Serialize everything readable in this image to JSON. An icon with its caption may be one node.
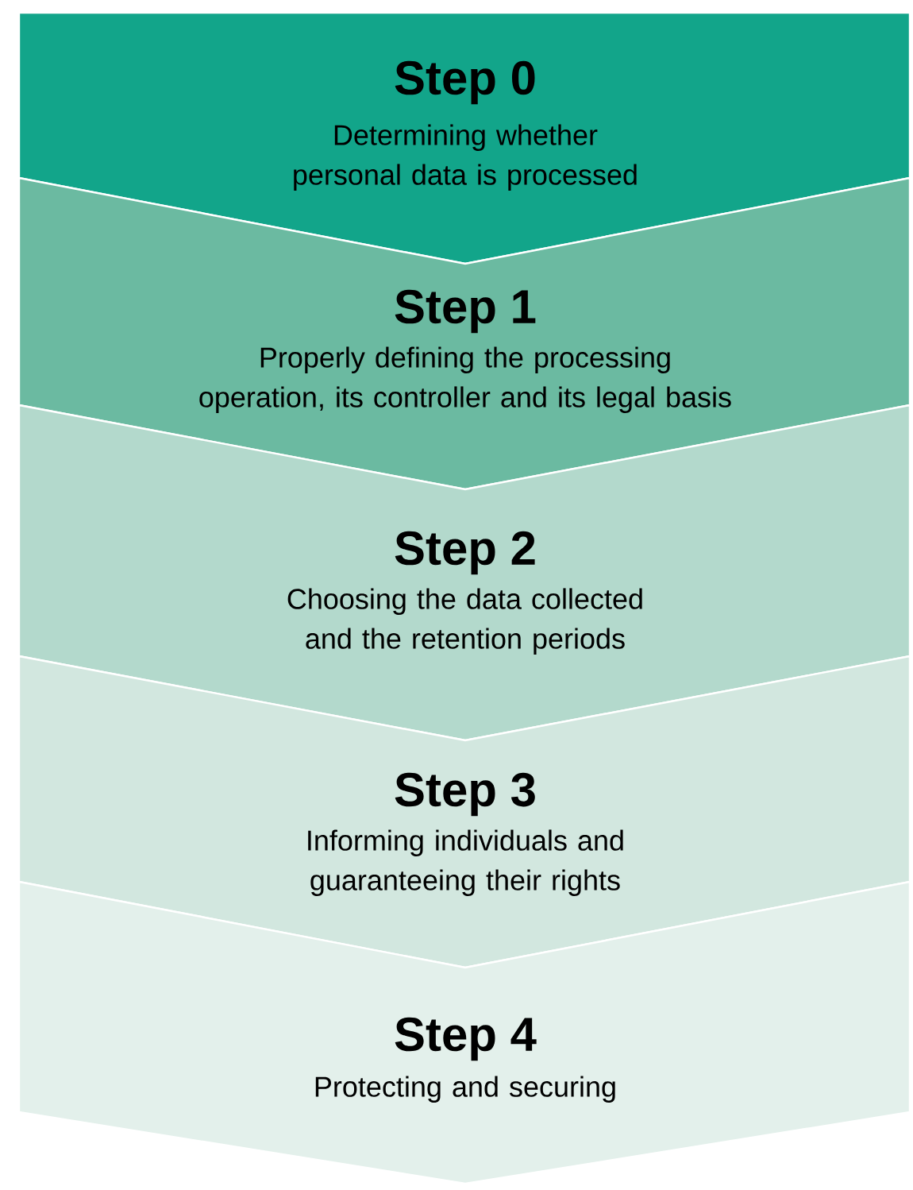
{
  "diagram": {
    "nodes": [
      {
        "text": [
          "Step 0",
          "Determining whether personal data is processed"
        ]
      },
      {
        "text": [
          "Step 1",
          "Properly defining the processing operation, its controller and its legal basis"
        ]
      },
      {
        "text": [
          "Step 2",
          "Choosing the data collected and the retention periods"
        ]
      },
      {
        "text": [
          "Step 3",
          "Informing individuals and guaranteeing their rights"
        ]
      },
      {
        "text": [
          "Step 4",
          "Protecting and securing"
        ]
      }
    ]
  }
}
